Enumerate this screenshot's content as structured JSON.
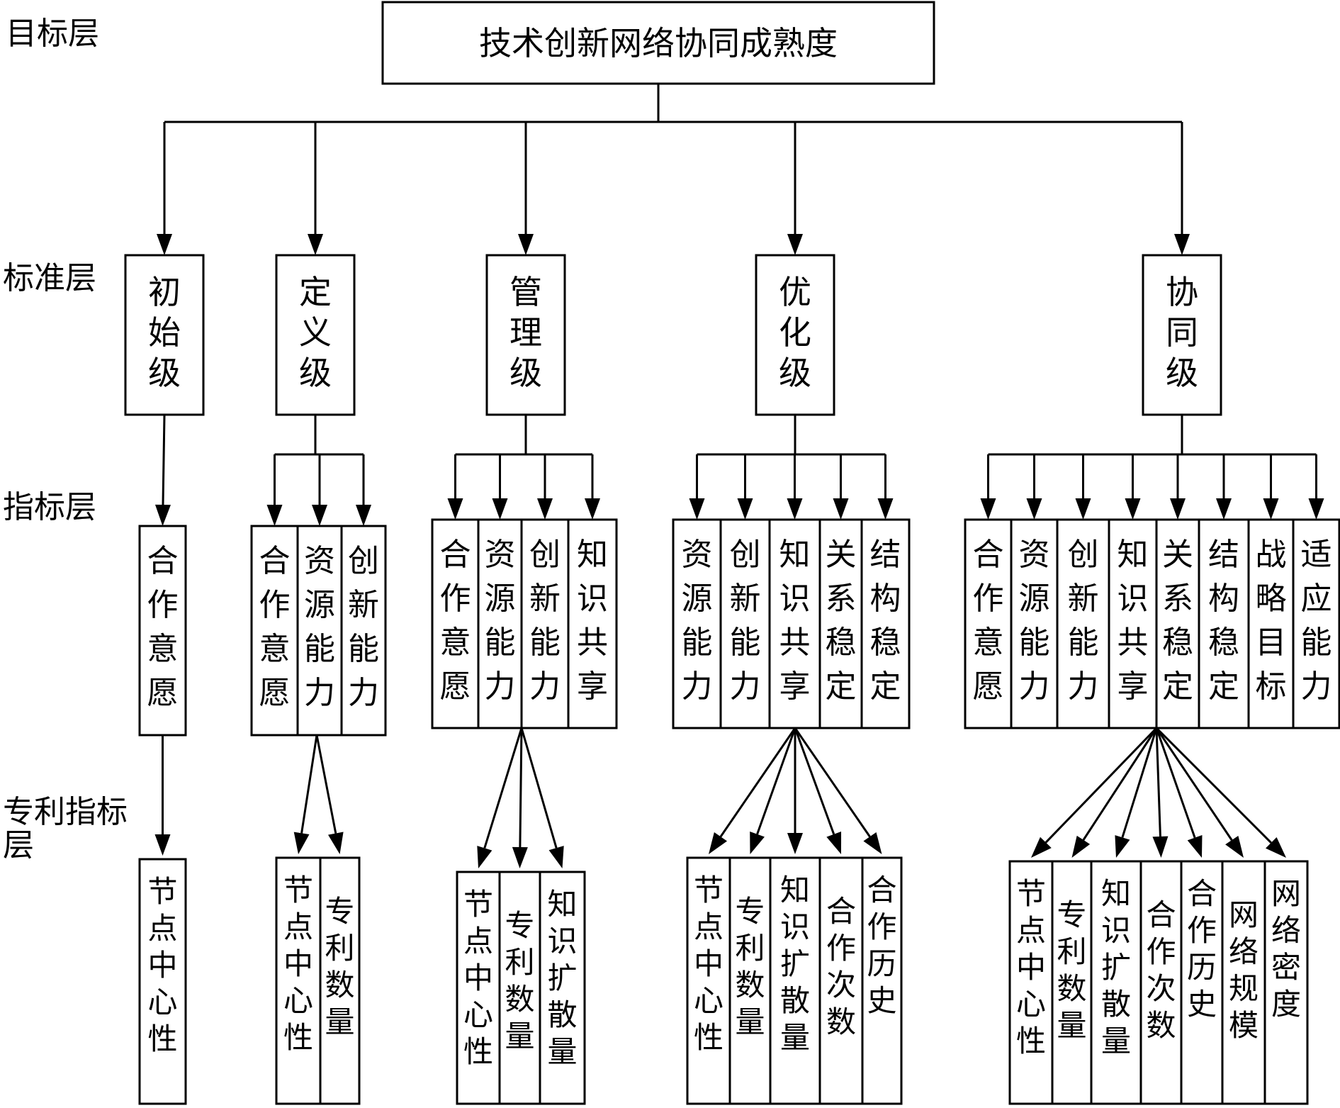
{
  "layer_labels": [
    "目标层",
    "标准层",
    "指标层",
    "专利指标层"
  ],
  "goal": "技术创新网络协同成熟度",
  "levels": [
    {
      "name": "初始级",
      "indicators": [
        "合作意愿"
      ],
      "patent_indicators": [
        "节点中心性"
      ]
    },
    {
      "name": "定义级",
      "indicators": [
        "合作意愿",
        "资源能力",
        "创新能力"
      ],
      "patent_indicators": [
        "节点中心性",
        "专利数量"
      ]
    },
    {
      "name": "管理级",
      "indicators": [
        "合作意愿",
        "资源能力",
        "创新能力",
        "知识共享"
      ],
      "patent_indicators": [
        "节点中心性",
        "专利数量",
        "知识扩散量"
      ]
    },
    {
      "name": "优化级",
      "indicators": [
        "资源能力",
        "创新能力",
        "知识共享",
        "关系稳定",
        "结构稳定"
      ],
      "patent_indicators": [
        "节点中心性",
        "专利数量",
        "知识扩散量",
        "合作次数",
        "合作历史"
      ]
    },
    {
      "name": "协同级",
      "indicators": [
        "合作意愿",
        "资源能力",
        "创新能力",
        "知识共享",
        "关系稳定",
        "结构稳定",
        "战略目标",
        "适应能力"
      ],
      "patent_indicators": [
        "节点中心性",
        "专利数量",
        "知识扩散量",
        "合作次数",
        "合作历史",
        "网络规模",
        "网络密度"
      ]
    }
  ]
}
